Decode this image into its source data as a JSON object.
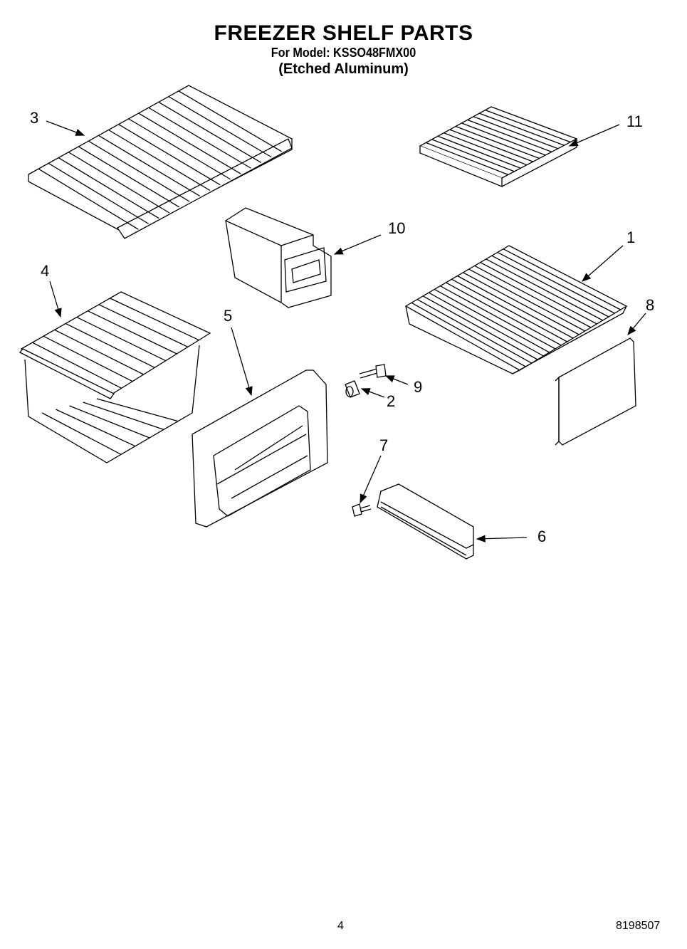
{
  "header": {
    "title": "FREEZER SHELF PARTS",
    "model_line": "For Model: KSSO48FMX00",
    "finish": "(Etched Aluminum)"
  },
  "callouts": [
    "1",
    "2",
    "3",
    "4",
    "5",
    "6",
    "7",
    "8",
    "9",
    "10",
    "11"
  ],
  "footer": {
    "page_number": "4",
    "document_number": "8198507"
  }
}
